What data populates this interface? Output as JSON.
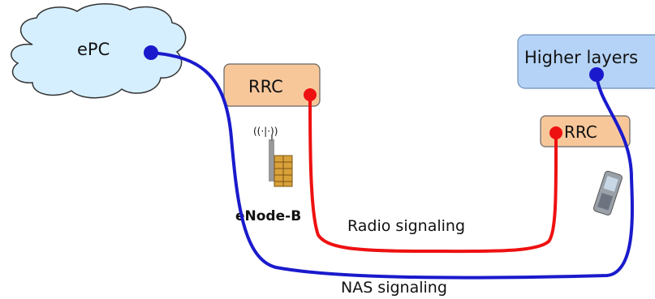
{
  "nodes": {
    "epc": {
      "label": "ePC"
    },
    "rrc_enb": {
      "label": "RRC"
    },
    "enodeb": {
      "label": "eNode-B"
    },
    "higher_layers": {
      "label": "Higher layers"
    },
    "rrc_ue": {
      "label": "RRC"
    }
  },
  "links": {
    "radio": {
      "label": "Radio signaling",
      "color": "#ee1111"
    },
    "nas": {
      "label": "NAS signaling",
      "color": "#1a1acc"
    }
  },
  "colors": {
    "cloud_fill": "#d5efff",
    "cloud_stroke": "#333333",
    "rrc_fill": "#f7c79a",
    "higher_fill": "#b5d3f7"
  },
  "icons": {
    "enodeb": "base-station-icon",
    "ue": "mobile-phone-icon"
  }
}
